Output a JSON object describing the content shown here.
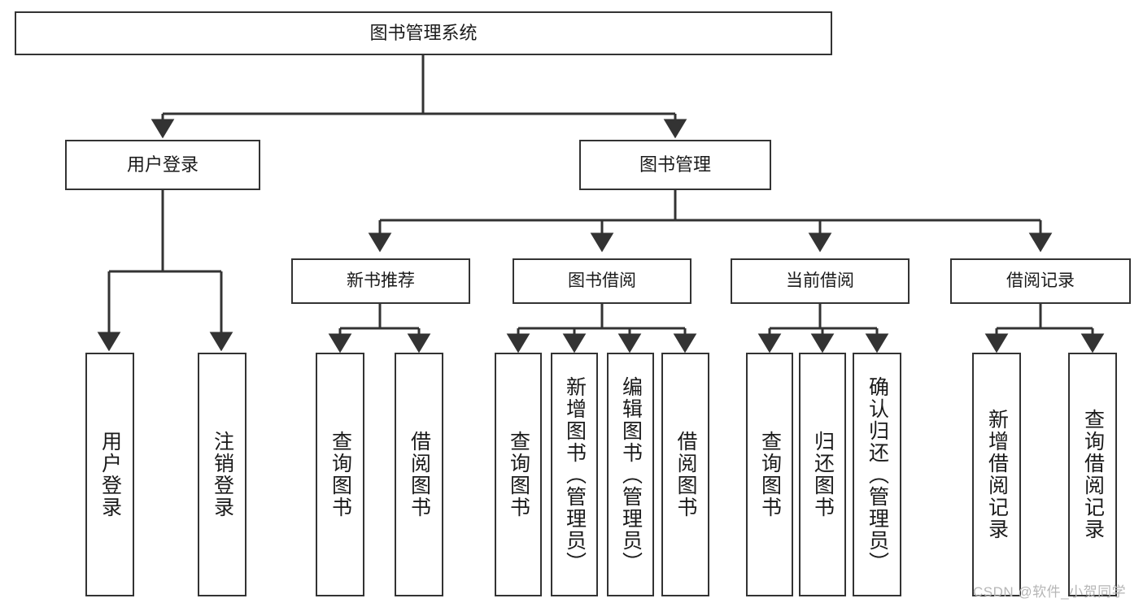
{
  "diagram": {
    "title": "图书管理系统",
    "root": {
      "label": "图书管理系统"
    },
    "level1": [
      {
        "label": "用户登录"
      },
      {
        "label": "图书管理"
      }
    ],
    "level2": [
      {
        "label": "新书推荐"
      },
      {
        "label": "图书借阅"
      },
      {
        "label": "当前借阅"
      },
      {
        "label": "借阅记录"
      }
    ],
    "leaves": {
      "user_login": [
        {
          "label": "用户登录"
        },
        {
          "label": "注销登录"
        }
      ],
      "new_book_recommend": [
        {
          "label": "查询图书"
        },
        {
          "label": "借阅图书"
        }
      ],
      "book_borrow": [
        {
          "label": "查询图书"
        },
        {
          "label": "新增图书（管理员）"
        },
        {
          "label": "编辑图书（管理员）"
        },
        {
          "label": "借阅图书"
        }
      ],
      "current_borrow": [
        {
          "label": "查询图书"
        },
        {
          "label": "归还图书"
        },
        {
          "label": "确认归还（管理员）"
        }
      ],
      "borrow_record": [
        {
          "label": "新增借阅记录"
        },
        {
          "label": "查询借阅记录"
        }
      ]
    },
    "watermark": "CSDN @软件_小贺同学",
    "colors": {
      "stroke": "#333333",
      "text": "#1a1a1a",
      "background": "#ffffff",
      "watermark": "#b6b6b6"
    }
  }
}
